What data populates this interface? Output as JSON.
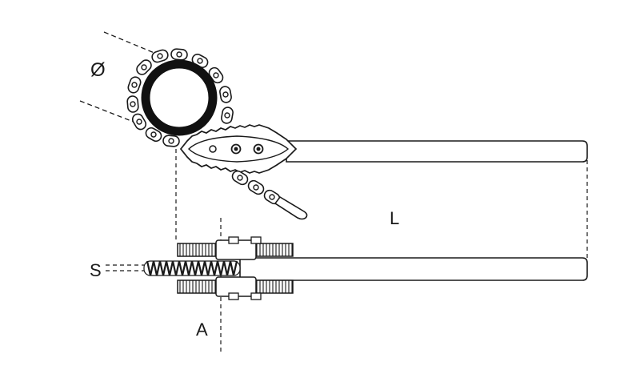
{
  "labels": {
    "diameter": "Ø",
    "length": "L",
    "chain_thickness": "S",
    "axis_offset": "A"
  },
  "colors": {
    "stroke": "#1a1a1a",
    "fill": "#ffffff",
    "pipe": "#111111"
  }
}
